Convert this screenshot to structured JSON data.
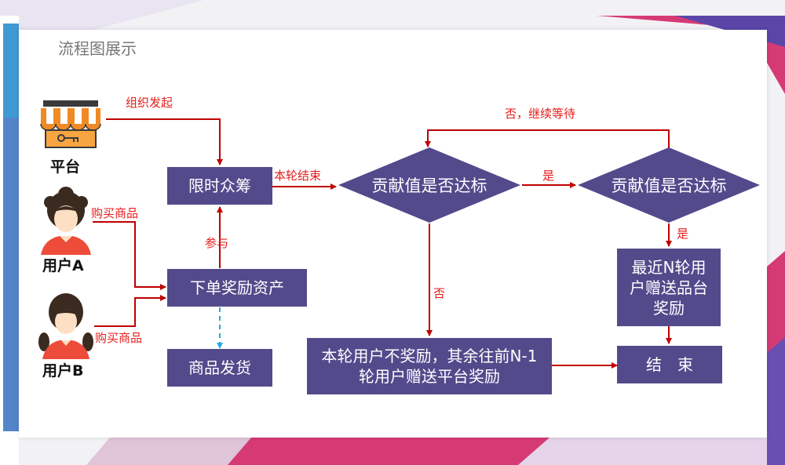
{
  "page_title": "流程图展示",
  "colors": {
    "box": "#534a8c",
    "arrow": "#c00000",
    "label": "#e81c1c",
    "dashed": "#29a8e0"
  },
  "actors": {
    "platform": "平台",
    "user_a": "用户A",
    "user_b": "用户B"
  },
  "nodes": {
    "limited_time": "限时众筹",
    "place_order": "下单奖励资产",
    "ship_goods": "商品发货",
    "decision_1": "贡献值是否达标",
    "decision_2": "贡献值是否达标",
    "reward_rest": "本轮用户不奖励，其余往前N-1轮用户赠送平台奖励",
    "reward_last": "最近N轮用户赠送品台奖励",
    "end": "结　束"
  },
  "labels": {
    "organize": "组织发起",
    "buy_a": "购买商品",
    "buy_b": "购买商品",
    "join": "参与",
    "round_end": "本轮结束",
    "yes_1": "是",
    "yes_2": "是",
    "no_1": "否",
    "no_wait": "否，继续等待"
  }
}
